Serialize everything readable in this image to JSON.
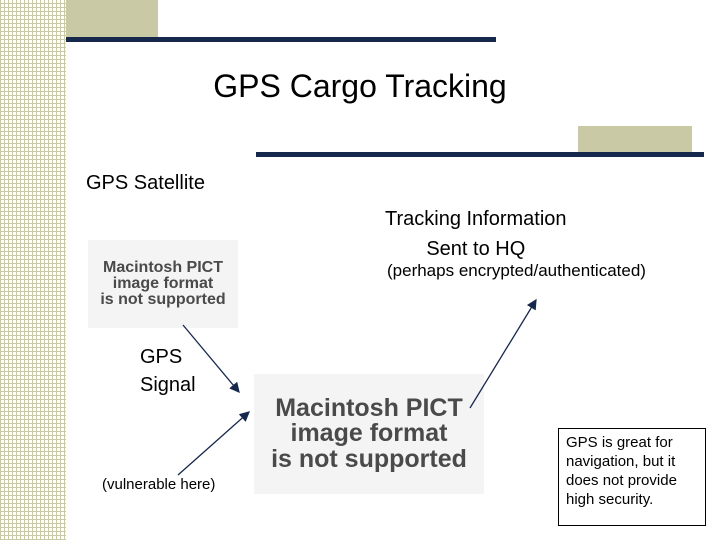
{
  "slide": {
    "title": "GPS Cargo Tracking",
    "satellite_label": "GPS Satellite",
    "tracking_line1": "Tracking Information",
    "tracking_line2": "Sent to HQ",
    "tracking_note": "(perhaps encrypted/authenticated)",
    "signal_line1": "GPS",
    "signal_line2": "Signal",
    "vulnerable_note": "(vulnerable here)",
    "placeholder_line1": "Macintosh PICT",
    "placeholder_line2": "image format",
    "placeholder_line3": "is not supported",
    "callout_line1": "GPS is great for",
    "callout_line2": "navigation, but it",
    "callout_line3": "does not provide",
    "callout_line4": "high security."
  },
  "colors": {
    "rule": "#17284d",
    "accent_box": "#c9c9a6"
  }
}
